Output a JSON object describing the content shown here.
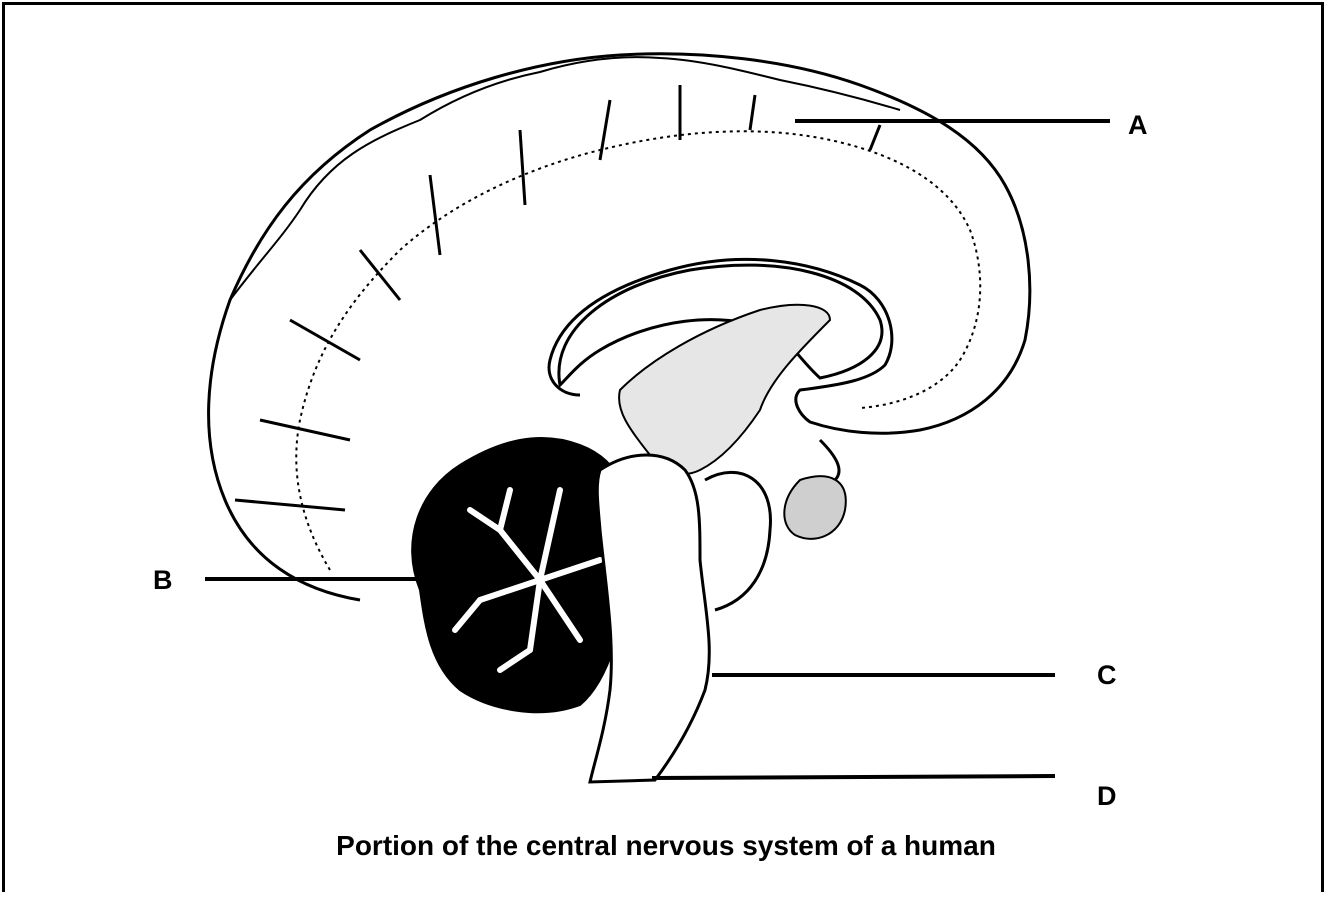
{
  "labels": {
    "a": "A",
    "b": "B",
    "c": "C",
    "d": "D"
  },
  "caption": "Portion of the central nervous system of a human"
}
